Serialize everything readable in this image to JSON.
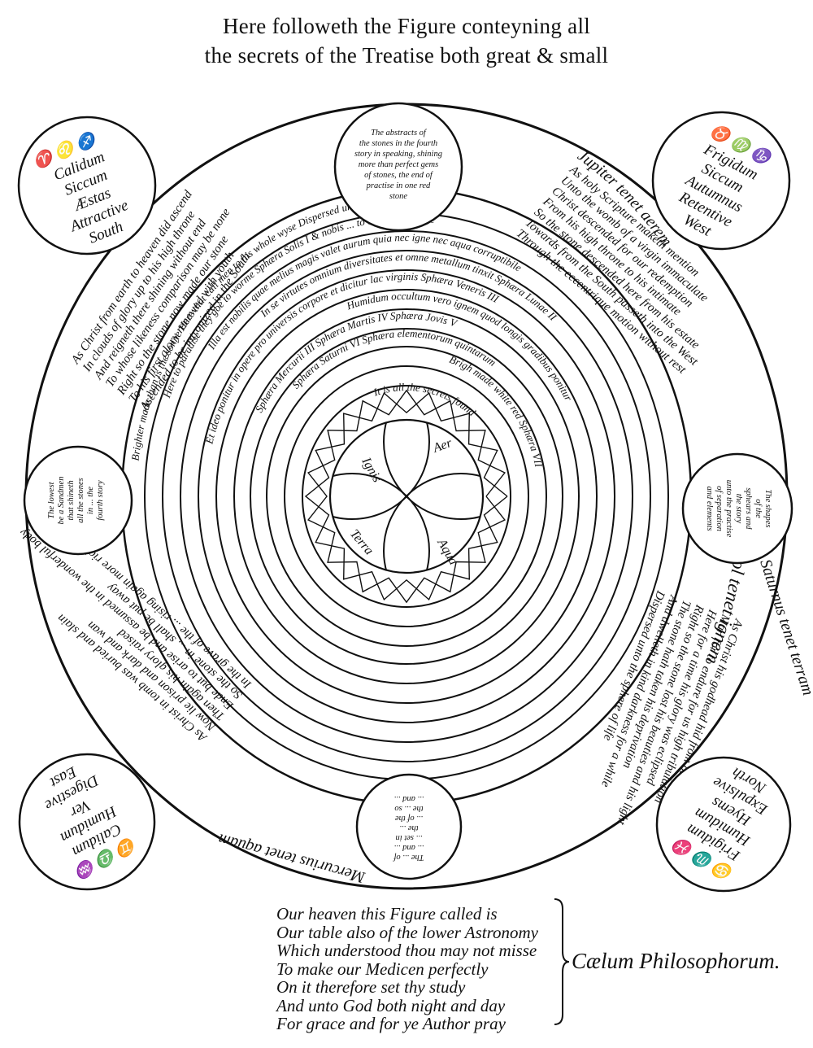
{
  "title": {
    "line1": "Here followeth the Figure conteyning all",
    "line2": "the secrets of the Treatise both great & small"
  },
  "outer_ring": {
    "top": "Sol tenet ignem",
    "left": "Jupiter tenet aerem",
    "right": "Saturnus tenet terram",
    "bottom": "Mercurius tenet aquam"
  },
  "corners": {
    "top_left": {
      "signs": "♈ ♌ ♐",
      "lines": [
        "Calidum",
        "Siccum",
        "Æstas",
        "Attractive",
        "South"
      ]
    },
    "top_right": {
      "signs": "♉ ♍ ♑",
      "lines": [
        "Frigidum",
        "Siccum",
        "Autumnus",
        "Retentive",
        "West"
      ]
    },
    "bottom_left": {
      "signs": "♊ ♎ ♒",
      "lines": [
        "Calidum",
        "Humidum",
        "Ver",
        "Digestive",
        "East"
      ]
    },
    "bottom_right": {
      "signs": "♋ ♏ ♓",
      "lines": [
        "Frigidum",
        "Humidum",
        "Hyems",
        "Expulsive",
        "North"
      ]
    }
  },
  "side_circles": {
    "top": [
      "The abstracts of",
      "the stones in the fourth",
      "story in speaking, shining",
      "more than perfect gems",
      "of stones, the end of",
      "practise in one red",
      "stone"
    ],
    "left": [
      "The lowest",
      "be a Sandmen",
      "that shineth",
      "all the stones",
      "in ... the",
      "fourth story"
    ],
    "right": [
      "The shapes",
      "of the",
      "sphears and",
      "the story",
      "unto the practise",
      "of separation",
      "and elements"
    ],
    "bottom": [
      "The ... of",
      "... and ...",
      "... set in",
      "the ...",
      "... of the",
      "the ... so",
      "... and ..."
    ]
  },
  "quadrant_verses": {
    "top_left": [
      "As Christ from earth to heaven did ascend",
      "In clouds of glory up to his high throne",
      "And reigneth there shining without end",
      "To whose likeness comparison may be none",
      "Right so the stone now made our stone",
      "To his first glory renewed with youth",
      "Ascended to be intronized in the South"
    ],
    "top_right": [
      "As holy Scripture maketh mention",
      "Unto the womb of a virgin immaculate",
      "Christ descended for our redemption",
      "From his high throne to his intimate",
      "So the stone descended here from his estate",
      "Towards from the South passeth into the West",
      "Through the eccentrique motion without rest"
    ],
    "bottom_right": [
      "As Christ his godhead hid from our sight",
      "Man for to endure for us high tribulation",
      "Here for a time his glory was eclipsed",
      "Right so the stone lost his beauties and his light",
      "The stone hath taken his deprivation",
      "And dwelleth in kind darkness for a while",
      "Dispersed unto the sphere of life"
    ],
    "bottom_left": [
      "As Christ in tomb was buried and slain",
      "Now lie prison and dark and wan",
      "Then again his glory raised",
      "Ende but to arise and be assumed in the wonderful body",
      "So the stone in ... shall be put away",
      "In the grave of the ... rising again more rich"
    ]
  },
  "rings": [
    "Brighter made than is the sonne  Here that call men to his whole wyse  Dispersed unto the sphere of life",
    "Here to paradise they goe to worme  Sphæra Solis I & nobis ... to be ... to ... stone",
    "Illa est nobilis quae melius magis valet aurum quia nec igne nec aqua corruptibile",
    "In se virtutes omnium diversitates et omne metallum tinxit  Sphæra Lunae II",
    "Et ideo ponitur in opere pro universis corpore et dicitur lac virginis  Sphæra Veneris III",
    "Humidum occultum vero ignem quod longis gradibus ponitur",
    "Sphæra Mercurii III  Sphæra Martis IV  Sphæra Jovis V",
    "Sphæra Saturni VI  Sphæra elementorum quintarum",
    "Brigh made  white  red  Sphæra VII"
  ],
  "center": {
    "ring_text": "It is all the secrets found",
    "elements": [
      "Ignis",
      "Aer",
      "Aqua",
      "Terra"
    ]
  },
  "verse": [
    "Our heaven this Figure called is",
    "Our table also of the lower Astronomy",
    "Which understood thou may not misse",
    "To make our Medicen perfectly",
    "On it therefore set thy study",
    "And unto God both night and day",
    "For grace and for ye Author pray"
  ],
  "caption": "Cælum Philosophorum."
}
